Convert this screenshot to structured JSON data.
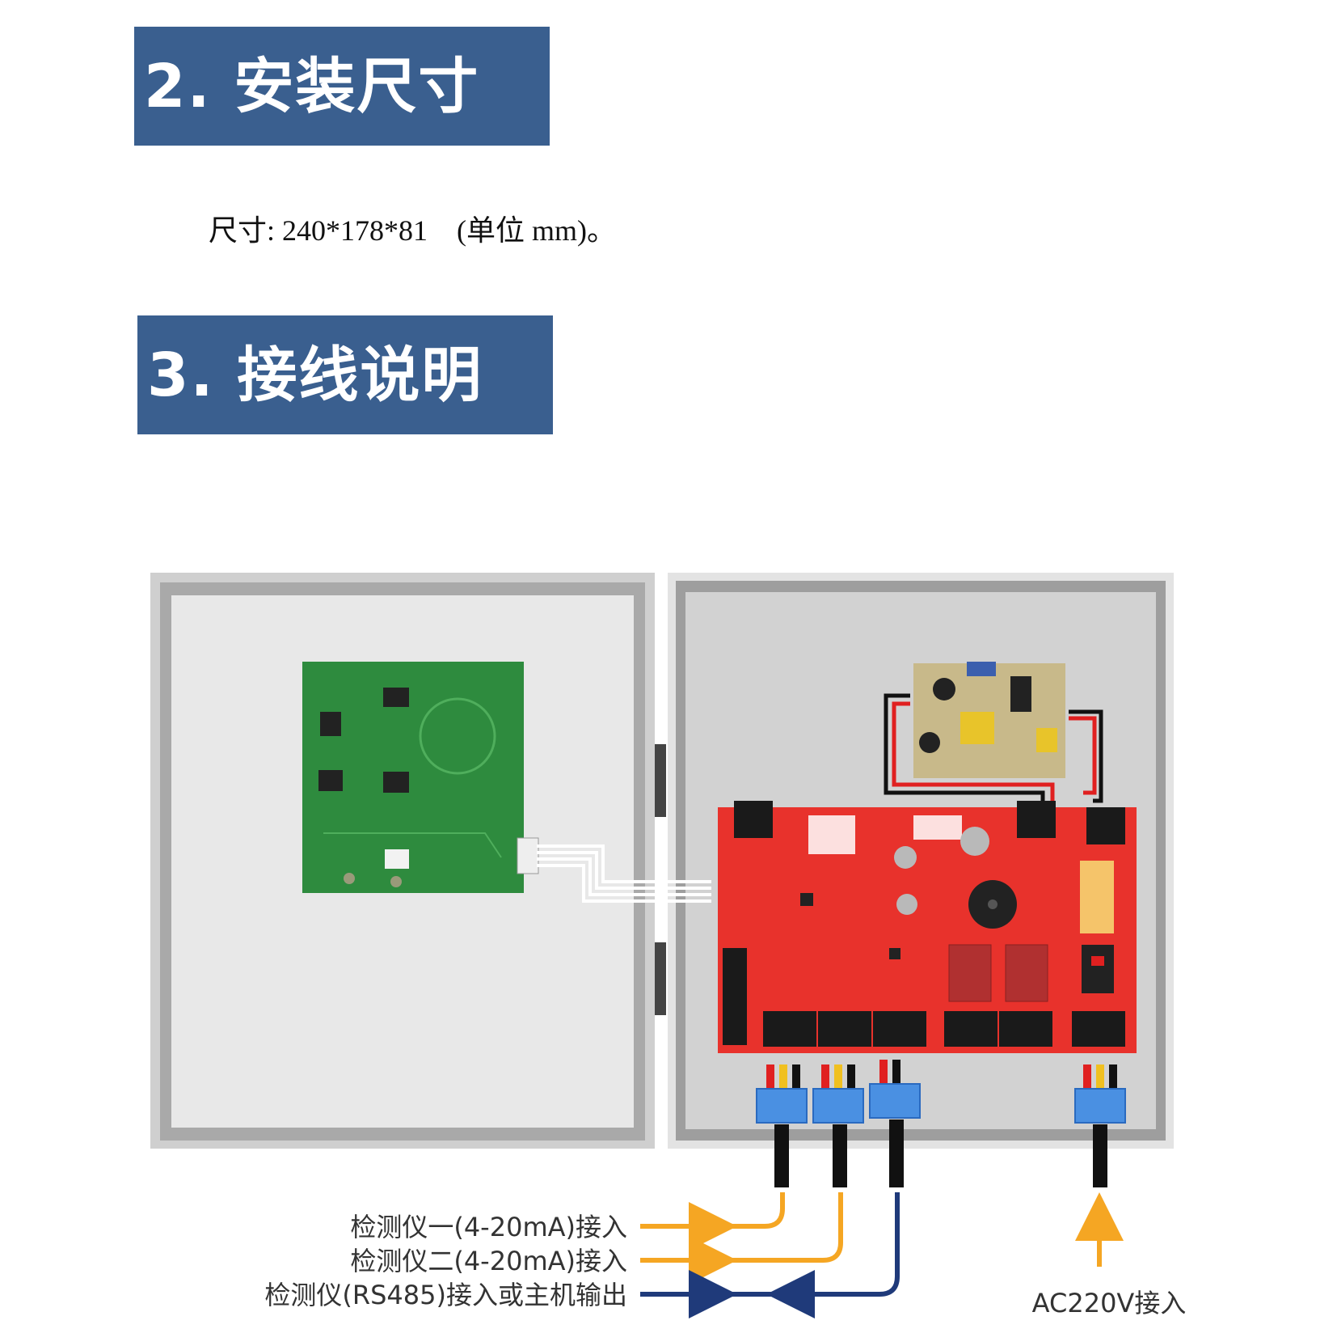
{
  "section2": {
    "title": "2. 安装尺寸"
  },
  "dimensions": {
    "text": "尺寸: 240*178*81    (单位 mm)。"
  },
  "section3": {
    "title": "3. 接线说明"
  },
  "diagram": {
    "labels": {
      "detector1": "检测仪一(4-20mA)接入",
      "detector2": "检测仪二(4-20mA)接入",
      "rs485": "检测仪(RS485)接入或主机输出",
      "ac_power": "AC220V接入"
    },
    "colors": {
      "header_bg": "#3a5f8f",
      "orange_arrow": "#f5a623",
      "navy_arrow": "#1f3a7a",
      "red_board": "#e8322c",
      "green_board": "#2e8b3e",
      "connector_blue": "#4a90e2"
    }
  }
}
